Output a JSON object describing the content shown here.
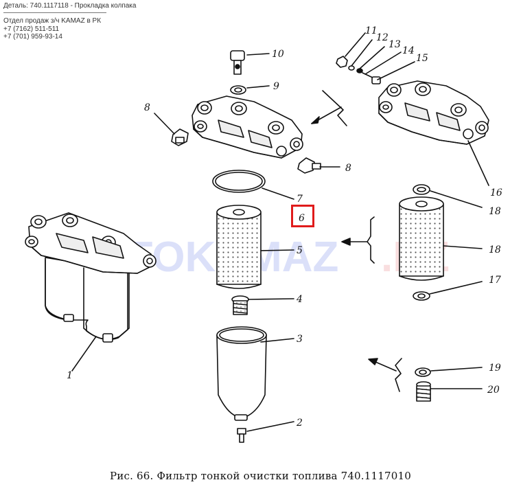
{
  "header": {
    "detail": "Деталь: 740.1117118 - Прокладка колпака",
    "dept": "Отдел продаж з/ч KAMAZ в РК",
    "phone1": "+7 (7162) 511-511",
    "phone2": "+7 (701) 959-93-14"
  },
  "watermark": {
    "part1": "AUTOKAMAZ",
    "part2": ".KZ"
  },
  "callouts": [
    "1",
    "2",
    "3",
    "4",
    "5",
    "6",
    "7",
    "8",
    "8",
    "9",
    "10",
    "11",
    "12",
    "13",
    "14",
    "15",
    "16",
    "17",
    "18",
    "18",
    "19",
    "20"
  ],
  "highlight": {
    "label": "6",
    "color": "#e01b1b"
  },
  "caption": "Рис. 66. Фильтр тонкой очистки топлива 740.1117010"
}
